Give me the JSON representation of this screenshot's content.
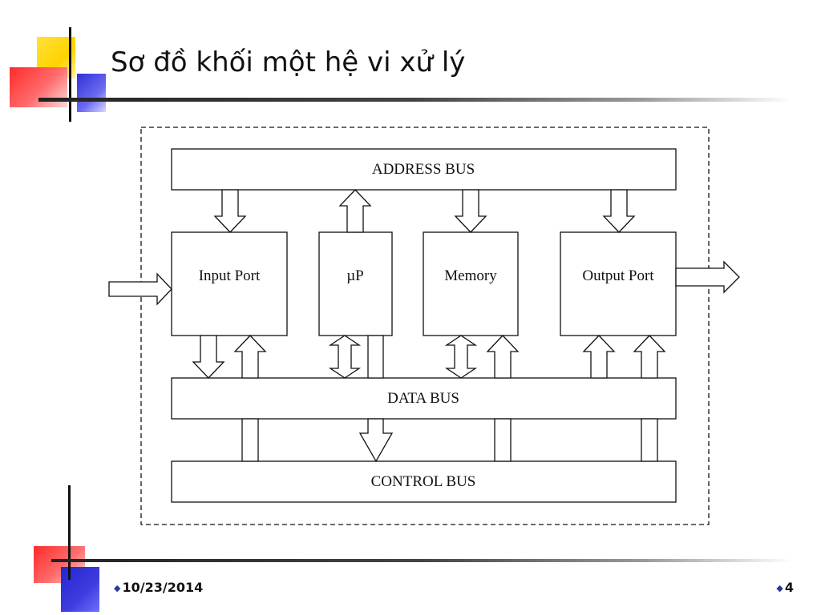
{
  "slide": {
    "title": "Sơ đồ khối một hệ vi xử lý",
    "date": "10/23/2014",
    "page_number": "4",
    "bullet_icon": "diamond-icon"
  },
  "diagram": {
    "address_bus": "ADDRESS BUS",
    "data_bus": "DATA BUS",
    "control_bus": "CONTROL BUS",
    "input_port": "Input Port",
    "microprocessor": "µP",
    "memory": "Memory",
    "output_port": "Output Port"
  },
  "colors": {
    "accent_yellow": "#FFD200",
    "accent_red": "#FF2A2A",
    "accent_blue": "#2525D0",
    "text": "#111111"
  }
}
